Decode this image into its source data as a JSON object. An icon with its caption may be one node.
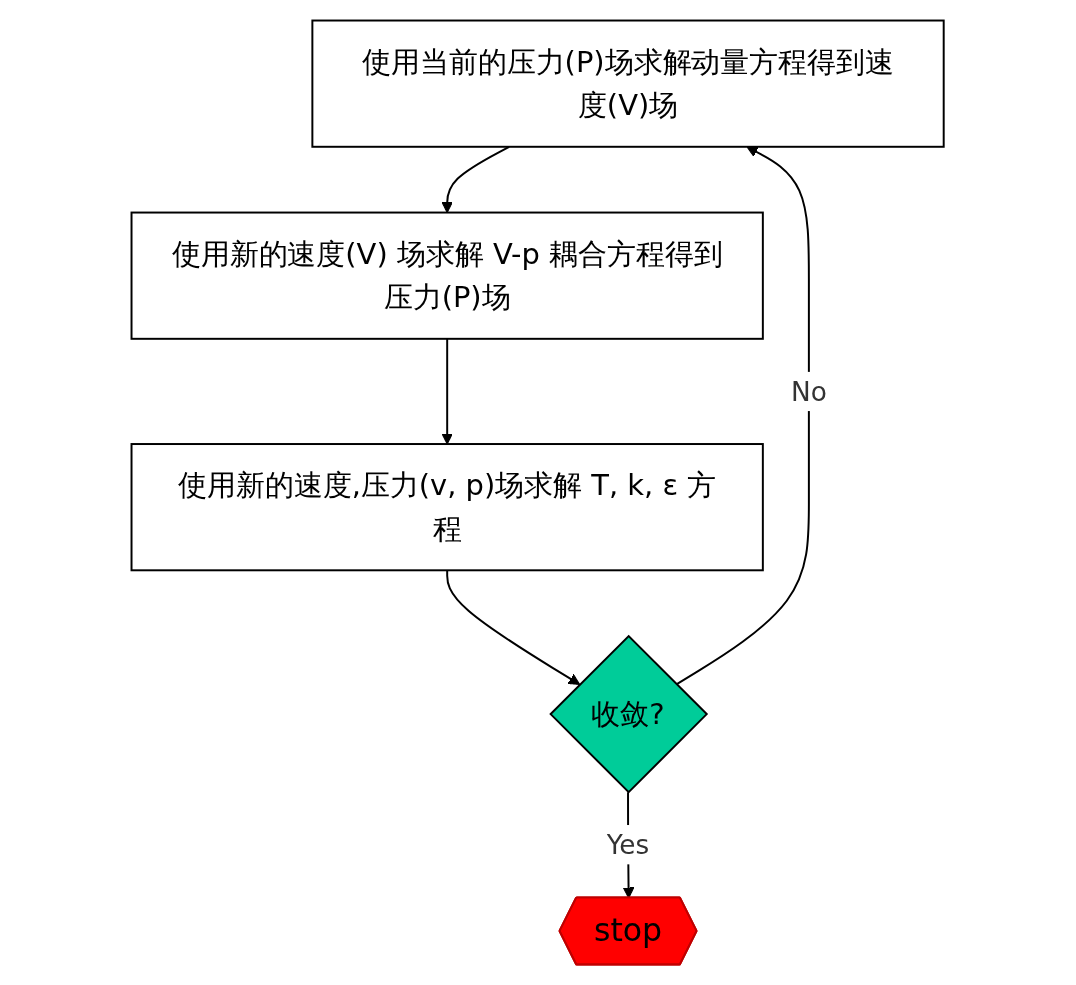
{
  "diagram": {
    "nodes": [
      {
        "text": [
          "使用当前的压力(P)场求解动量方程得到速度(V)场"
        ]
      },
      {
        "text": [
          "使用新的速度(V) 场求解 V-p 耦合方程得到压力(P)场"
        ]
      },
      {
        "text": [
          "使用新的速度,压力(v, p)场求解 T, k, ε 方程"
        ]
      },
      {
        "text": [
          "收敛?"
        ]
      },
      {
        "text": [
          "stop"
        ]
      }
    ],
    "edges": [
      {
        "from": 0,
        "to": 1,
        "arrow": "to"
      },
      {
        "from": 1,
        "to": 2,
        "arrow": "to"
      },
      {
        "from": 2,
        "to": 3,
        "arrow": "to"
      },
      {
        "from": 3,
        "to": 0,
        "arrow": "to",
        "label": "No"
      },
      {
        "from": 3,
        "to": 4,
        "arrow": "to",
        "label": "Yes"
      }
    ]
  }
}
